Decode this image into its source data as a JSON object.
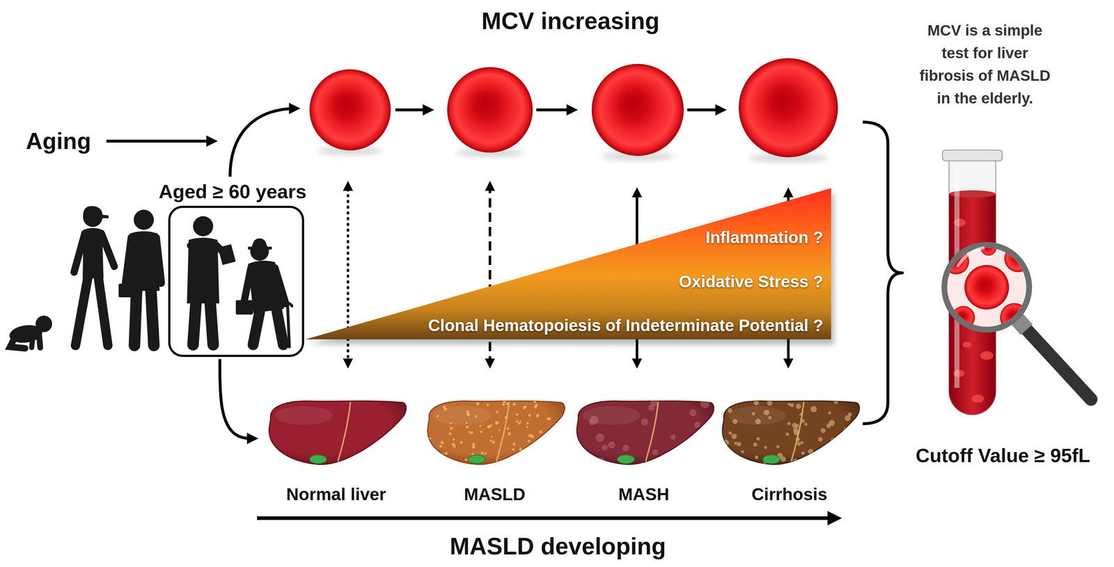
{
  "diagram": {
    "nodes": [
      {
        "text": [
          "Aged ≥ 60 years"
        ]
      },
      {
        "text": [
          "Inflammation ?",
          "Oxidative Stress ?",
          "Clonal Hematopoiesis of Indeterminate Potential ?"
        ]
      },
      {
        "text": [
          "Normal liver"
        ]
      },
      {
        "text": [
          "MASLD"
        ]
      },
      {
        "text": [
          "MASH"
        ]
      },
      {
        "text": [
          "Cirrhosis"
        ]
      }
    ],
    "edges": [
      {
        "from": 0,
        "to": 2,
        "arrow": "to"
      }
    ],
    "labels": [
      "MCV increasing",
      "MCV is a simple test for liver fibrosis of MASLD in the elderly.",
      "Aging",
      "Cutoff Value ≥ 95fL",
      "MASLD developing"
    ]
  }
}
